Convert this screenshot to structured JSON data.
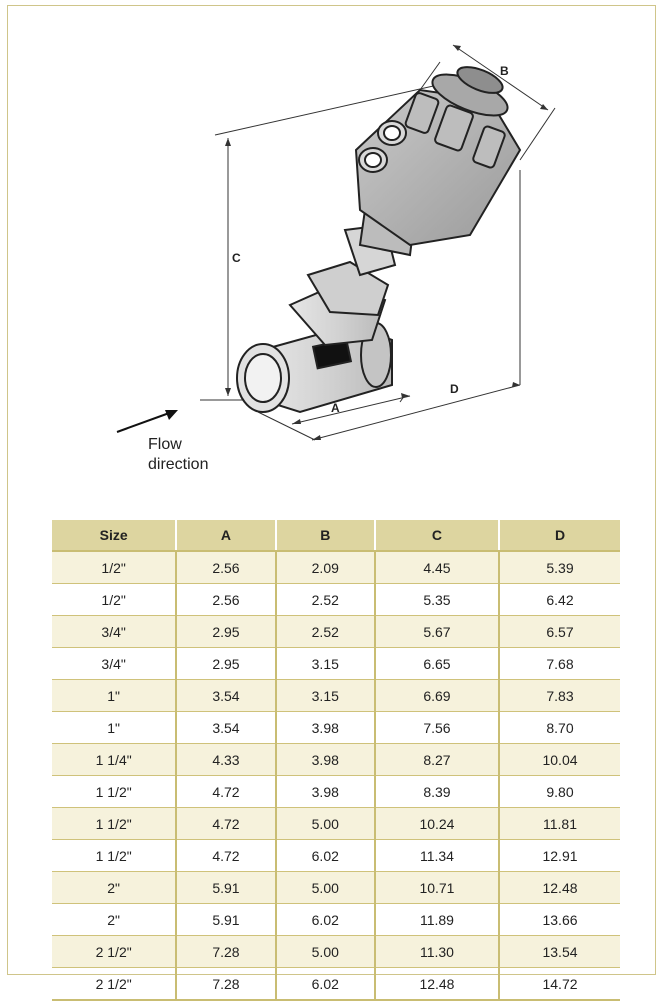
{
  "diagram": {
    "labels": {
      "a": "A",
      "b": "B",
      "c": "C",
      "d": "D"
    },
    "flow_text_line1": "Flow",
    "flow_text_line2": "direction"
  },
  "table": {
    "headers": [
      "Size",
      "A",
      "B",
      "C",
      "D"
    ],
    "rows": [
      [
        "1/2\"",
        "2.56",
        "2.09",
        "4.45",
        "5.39"
      ],
      [
        "1/2\"",
        "2.56",
        "2.52",
        "5.35",
        "6.42"
      ],
      [
        "3/4\"",
        "2.95",
        "2.52",
        "5.67",
        "6.57"
      ],
      [
        "3/4\"",
        "2.95",
        "3.15",
        "6.65",
        "7.68"
      ],
      [
        "1\"",
        "3.54",
        "3.15",
        "6.69",
        "7.83"
      ],
      [
        "1\"",
        "3.54",
        "3.98",
        "7.56",
        "8.70"
      ],
      [
        "1 1/4\"",
        "4.33",
        "3.98",
        "8.27",
        "10.04"
      ],
      [
        "1 1/2\"",
        "4.72",
        "3.98",
        "8.39",
        "9.80"
      ],
      [
        "1 1/2\"",
        "4.72",
        "5.00",
        "10.24",
        "11.81"
      ],
      [
        "1 1/2\"",
        "4.72",
        "6.02",
        "11.34",
        "12.91"
      ],
      [
        "2\"",
        "5.91",
        "5.00",
        "10.71",
        "12.48"
      ],
      [
        "2\"",
        "5.91",
        "6.02",
        "11.89",
        "13.66"
      ],
      [
        "2 1/2\"",
        "7.28",
        "5.00",
        "11.30",
        "13.54"
      ],
      [
        "2 1/2\"",
        "7.28",
        "6.02",
        "12.48",
        "14.72"
      ]
    ]
  },
  "colors": {
    "frame": "#cfc58a",
    "header_bg": "#ddd5a0",
    "row_tint": "#f6f2dc",
    "rule": "#c9bd73"
  }
}
